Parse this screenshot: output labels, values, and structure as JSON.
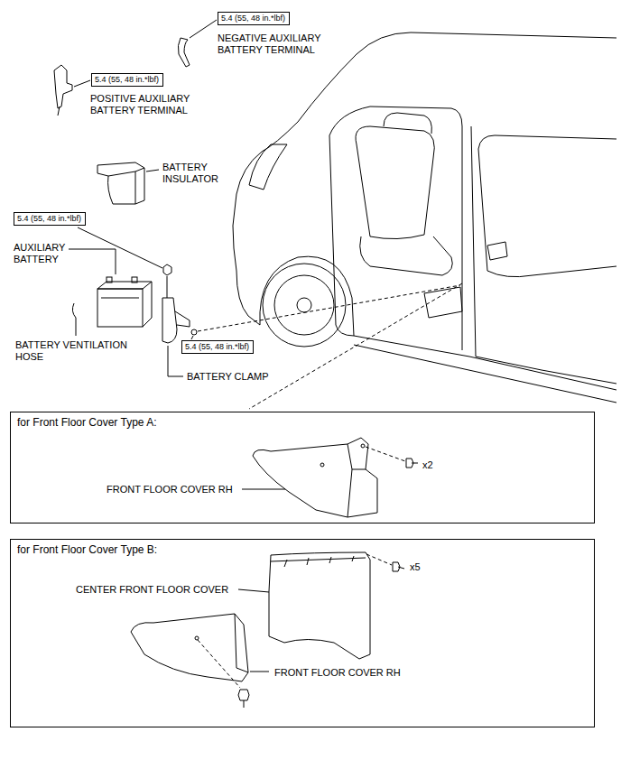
{
  "diagram": {
    "nodes": [
      {
        "text": [
          "5.4 (55, 48 in.*lbf)"
        ]
      },
      {
        "text": [
          "5.4 (55, 48 in.*lbf)"
        ]
      },
      {
        "text": [
          "5.4 (55, 48 in.*lbf)"
        ]
      },
      {
        "text": [
          "5.4 (55, 48 in.*lbf)"
        ]
      },
      {
        "text": [
          "for Front Floor Cover Type A:",
          "x2",
          "FRONT FLOOR COVER RH"
        ]
      },
      {
        "text": [
          "for Front Floor Cover Type B:",
          "x5",
          "CENTER FRONT FLOOR COVER",
          "FRONT FLOOR COVER RH"
        ]
      }
    ],
    "labels": [
      "NEGATIVE AUXILIARY BATTERY TERMINAL",
      "POSITIVE AUXILIARY BATTERY TERMINAL",
      "BATTERY INSULATOR",
      "AUXILIARY BATTERY",
      "BATTERY VENTILATION HOSE",
      "BATTERY CLAMP"
    ]
  }
}
